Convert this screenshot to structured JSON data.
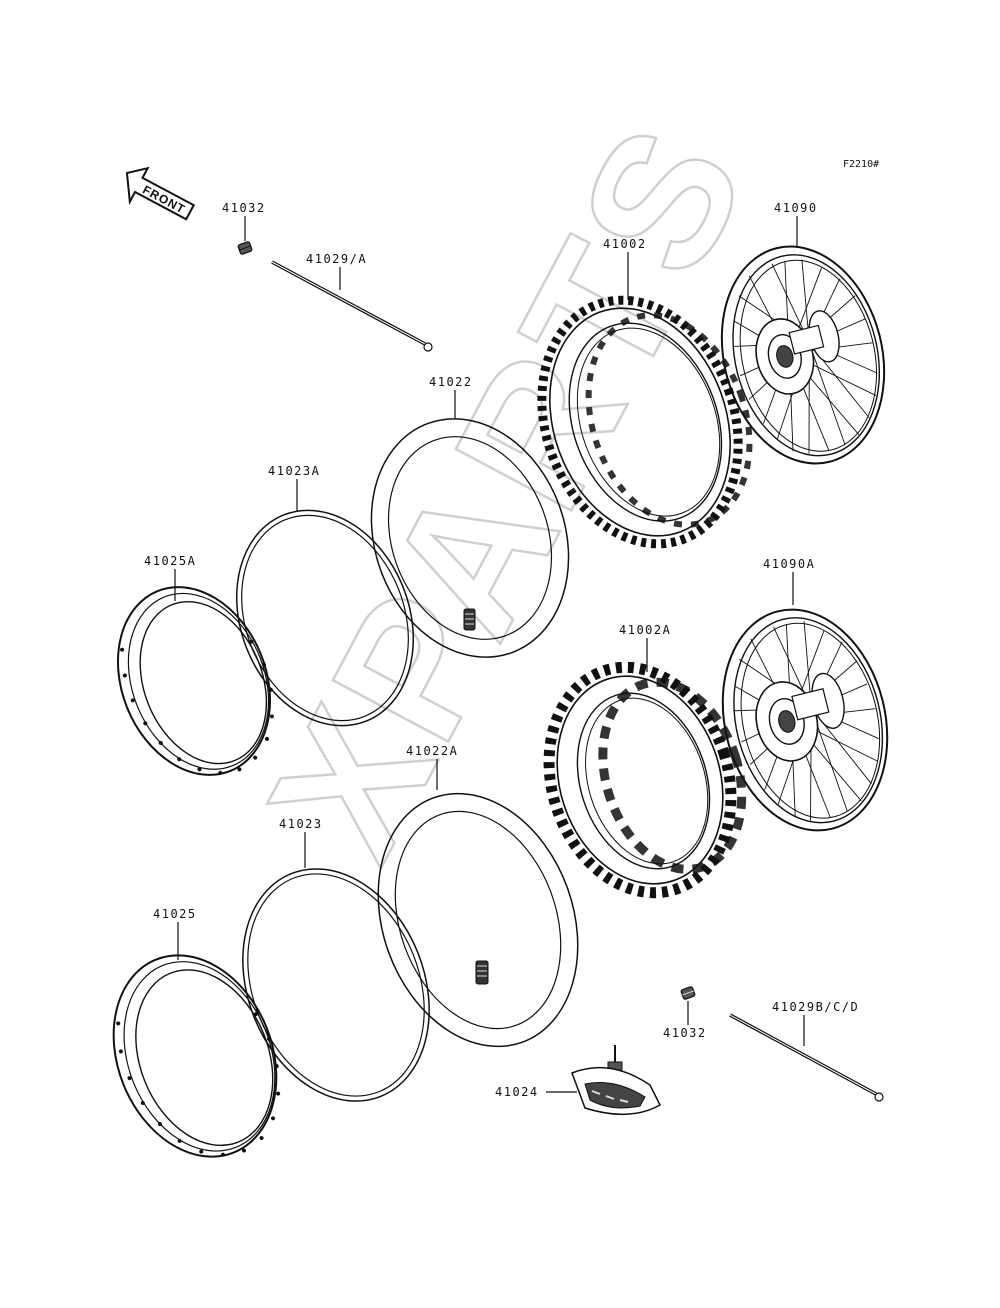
{
  "figure_code": "F2210#",
  "front_label": "FRONT",
  "watermark": "XPARTS",
  "parts": [
    {
      "id": "41032",
      "label": "41032"
    },
    {
      "id": "41029A",
      "label": "41029/A"
    },
    {
      "id": "41022",
      "label": "41022"
    },
    {
      "id": "41002",
      "label": "41002"
    },
    {
      "id": "41090",
      "label": "41090"
    },
    {
      "id": "41023A",
      "label": "41023A"
    },
    {
      "id": "41025A",
      "label": "41025A"
    },
    {
      "id": "41090A",
      "label": "41090A"
    },
    {
      "id": "41002A",
      "label": "41002A"
    },
    {
      "id": "41022A",
      "label": "41022A"
    },
    {
      "id": "41023",
      "label": "41023"
    },
    {
      "id": "41025",
      "label": "41025"
    },
    {
      "id": "41032B",
      "label": "41032"
    },
    {
      "id": "41029BCD",
      "label": "41029B/C/D"
    },
    {
      "id": "41024",
      "label": "41024"
    }
  ]
}
